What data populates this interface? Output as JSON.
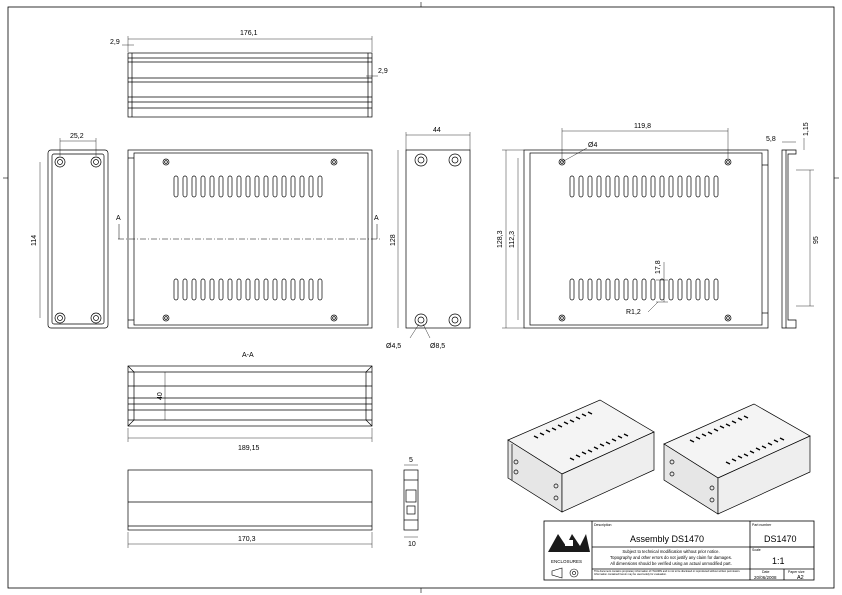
{
  "drawing": {
    "top_view": {
      "width_label": "176,1",
      "edge_left": "2,9",
      "edge_right": "2,9"
    },
    "end_view": {
      "width": "25,2",
      "height": "114"
    },
    "front_view": {
      "section_mark_left": "A",
      "section_mark_right": "A"
    },
    "side_view": {
      "width": "44",
      "height": "128",
      "hole_small": "Ø4,5",
      "hole_large": "Ø8,5"
    },
    "panel_view": {
      "spacing": "119,8",
      "hole": "Ø4",
      "height_outer": "128,3",
      "height_inner": "112,3",
      "slot_height": "17,8",
      "radius": "R1,2"
    },
    "profile_view": {
      "thickness": "5,8",
      "lip": "1,15",
      "height": "95"
    },
    "section_view": {
      "title": "A-A",
      "height": "40",
      "length": "189,15"
    },
    "bottom_view": {
      "length": "170,3"
    },
    "clip_view": {
      "top": "5",
      "bottom": "10"
    }
  },
  "title_block": {
    "logo_text": "ENCLOSURES",
    "description_label": "Description",
    "title": "Assembly DS1470",
    "part_number_label": "Part number",
    "part_number": "DS1470",
    "scale_label": "Scale",
    "scale": "1:1",
    "notice_1": "Subject to technical modification without prior notice.",
    "notice_2": "Topography and other errors do not justify any claim for damages.",
    "notice_3": "All dimensions should be verified using an actual unmodified part.",
    "confidential": "This document contains proprietary information of ITHURIS and is not to be disclosed or reproduced without written permission. Information contained herein may be used solely for evaluation.",
    "date_label": "Date",
    "date": "20/06/2008",
    "format_label": "Paper size",
    "format": "A2"
  },
  "colors": {
    "line": "#000000",
    "accent": "#555555",
    "hidden": "#888888"
  }
}
